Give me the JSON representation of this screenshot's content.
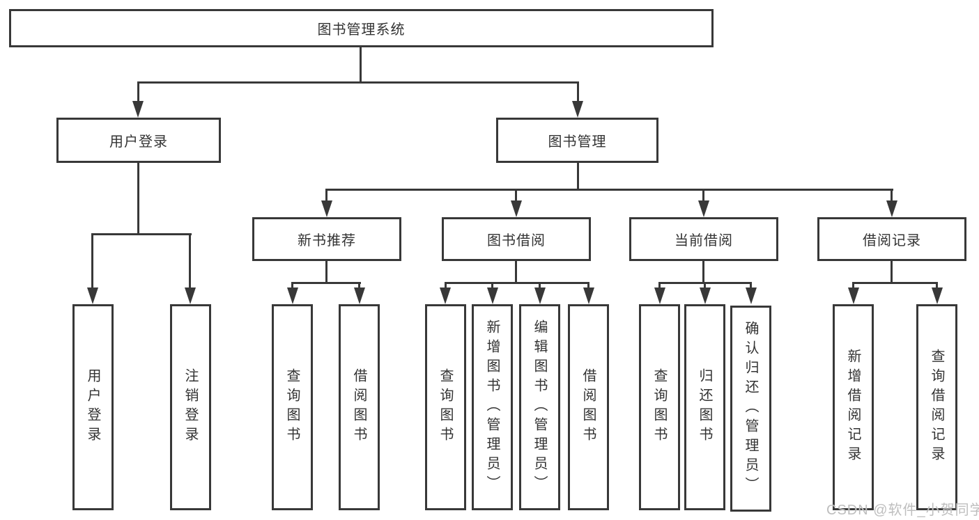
{
  "diagram": {
    "title": "图书管理系统",
    "type": "hierarchy-tree",
    "tree": {
      "root": {
        "label": "图书管理系统"
      },
      "branches": {
        "user_login": {
          "label": "用户登录",
          "children": {
            "login": {
              "label": "用户登录"
            },
            "logout": {
              "label": "注销登录"
            }
          }
        },
        "book_management": {
          "label": "图书管理",
          "children": {
            "new_book_recommend": {
              "label": "新书推荐",
              "children": {
                "query_books": {
                  "label": "查询图书"
                },
                "borrow_books": {
                  "label": "借阅图书"
                }
              }
            },
            "book_borrowing": {
              "label": "图书借阅",
              "children": {
                "query_books": {
                  "label": "查询图书"
                },
                "add_books_admin": {
                  "label": "新增图书（管理员）"
                },
                "edit_books_admin": {
                  "label": "编辑图书（管理员）"
                },
                "borrow_books": {
                  "label": "借阅图书"
                }
              }
            },
            "current_borrowing": {
              "label": "当前借阅",
              "children": {
                "query_books": {
                  "label": "查询图书"
                },
                "return_books": {
                  "label": "归还图书"
                },
                "confirm_return_admin": {
                  "label": "确认归还（管理员）"
                }
              }
            },
            "borrowing_records": {
              "label": "借阅记录",
              "children": {
                "add_borrow_record": {
                  "label": "新增借阅记录"
                },
                "query_borrow_record": {
                  "label": "查询借阅记录"
                }
              }
            }
          }
        }
      }
    },
    "colors": {
      "line": "#383838",
      "box_border": "#383838",
      "box_fill": "#ffffff",
      "text": "#333333",
      "background": "#ffffff",
      "watermark": "#b9b9b9"
    }
  },
  "watermark": {
    "text": "CSDN @软件_小贺同学"
  }
}
